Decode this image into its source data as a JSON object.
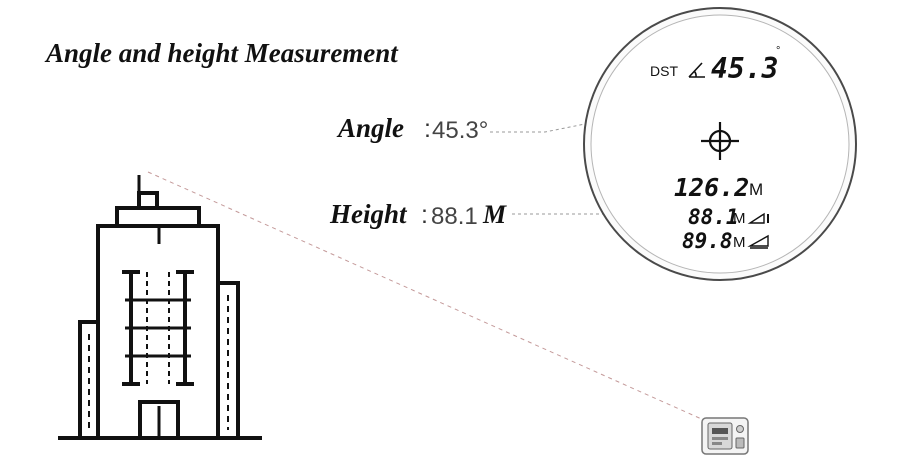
{
  "title": "Angle and height Measurement",
  "angle": {
    "label": "Angle",
    "separator": ":",
    "value": "45.3°"
  },
  "height": {
    "label": "Height",
    "separator": ":",
    "value": "88.1",
    "unit": "M"
  },
  "scope_display": {
    "mode": "DST",
    "angle_reading": "45.3",
    "degree_mark": "°",
    "distance_reading": "126.2",
    "distance_unit": "M",
    "height_reading": "88.1",
    "height_unit": "M",
    "horizontal_reading": "89.8",
    "horizontal_unit": "M"
  },
  "icons": {
    "angle": "angle-icon",
    "crosshair": "crosshair-icon",
    "height": "height-triangle-icon",
    "horizontal": "horizontal-triangle-icon",
    "building": "building-icon",
    "rangefinder": "rangefinder-icon"
  }
}
